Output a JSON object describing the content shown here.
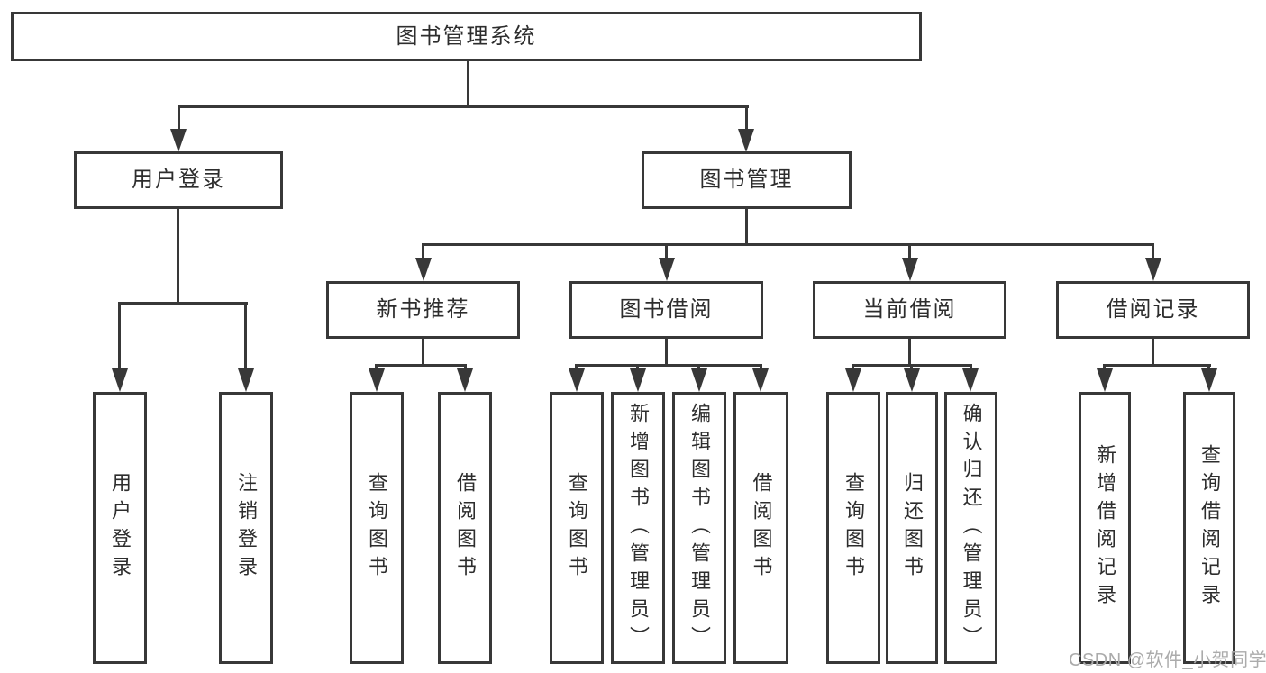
{
  "diagram": {
    "root": {
      "label": "图书管理系统"
    },
    "level2": [
      {
        "label": "用户登录"
      },
      {
        "label": "图书管理"
      }
    ],
    "level3": [
      {
        "label": "新书推荐"
      },
      {
        "label": "图书借阅"
      },
      {
        "label": "当前借阅"
      },
      {
        "label": "借阅记录"
      }
    ],
    "leaves": [
      {
        "label": "用户登录"
      },
      {
        "label": "注销登录"
      },
      {
        "label": "查询图书"
      },
      {
        "label": "借阅图书"
      },
      {
        "label": "查询图书"
      },
      {
        "label": "新增图书（管理员）"
      },
      {
        "label": "编辑图书（管理员）"
      },
      {
        "label": "借阅图书"
      },
      {
        "label": "查询图书"
      },
      {
        "label": "归还图书"
      },
      {
        "label": "确认归还（管理员）"
      },
      {
        "label": "新增借阅记录"
      },
      {
        "label": "查询借阅记录"
      }
    ],
    "watermark": "CSDN @软件_小贺同学",
    "colors": {
      "line": "#383838",
      "text": "#2d2d2d",
      "watermark": "#ababab",
      "background": "#ffffff"
    }
  }
}
